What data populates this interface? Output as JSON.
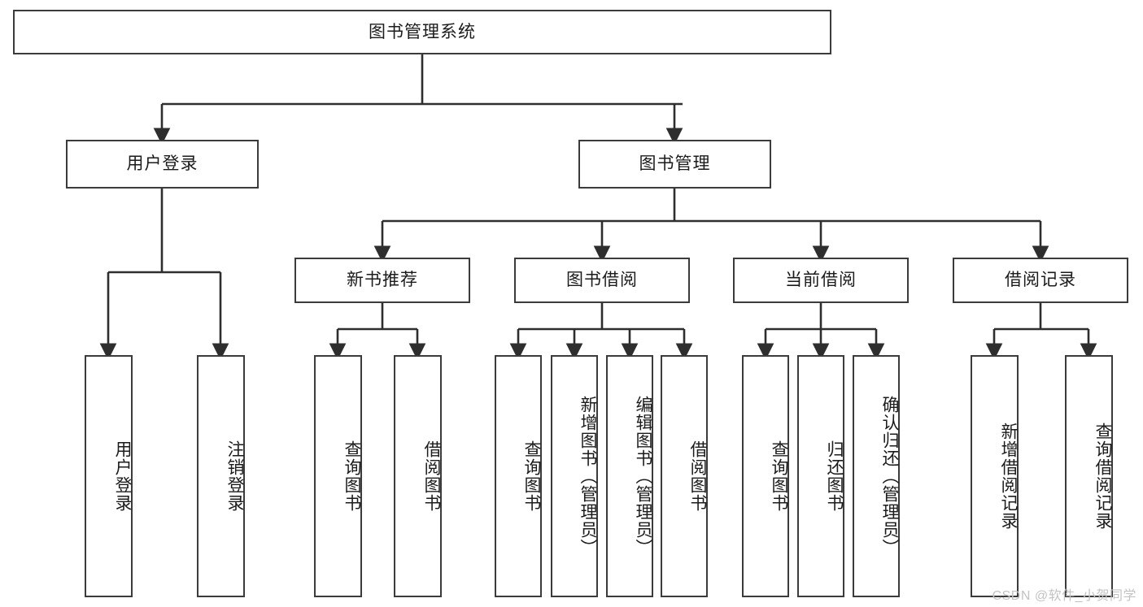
{
  "diagram": {
    "title": "图书管理系统",
    "type": "hierarchy-tree",
    "watermark": "CSDN @软件_小贺同学",
    "colors": {
      "border": "#3b3b3b",
      "background": "#ffffff",
      "text": "#1b1b1b",
      "connector": "#2e2e2e",
      "watermark": "#c3c3c3"
    },
    "root": {
      "label": "图书管理系统"
    },
    "level2": [
      {
        "label": "用户登录"
      },
      {
        "label": "图书管理"
      }
    ],
    "level3": [
      {
        "label": "新书推荐"
      },
      {
        "label": "图书借阅"
      },
      {
        "label": "当前借阅"
      },
      {
        "label": "借阅记录"
      }
    ],
    "leaves": {
      "user_login": [
        {
          "label": "用户登录"
        },
        {
          "label": "注销登录"
        }
      ],
      "new_book_recommend": [
        {
          "label": "查询图书"
        },
        {
          "label": "借阅图书"
        }
      ],
      "book_borrow": [
        {
          "label": "查询图书"
        },
        {
          "label": "新增图书（管理员）"
        },
        {
          "label": "编辑图书（管理员）"
        },
        {
          "label": "借阅图书"
        }
      ],
      "current_borrow": [
        {
          "label": "查询图书"
        },
        {
          "label": "归还图书"
        },
        {
          "label": "确认归还（管理员）"
        }
      ],
      "borrow_record": [
        {
          "label": "新增借阅记录"
        },
        {
          "label": "查询借阅记录"
        }
      ]
    }
  }
}
